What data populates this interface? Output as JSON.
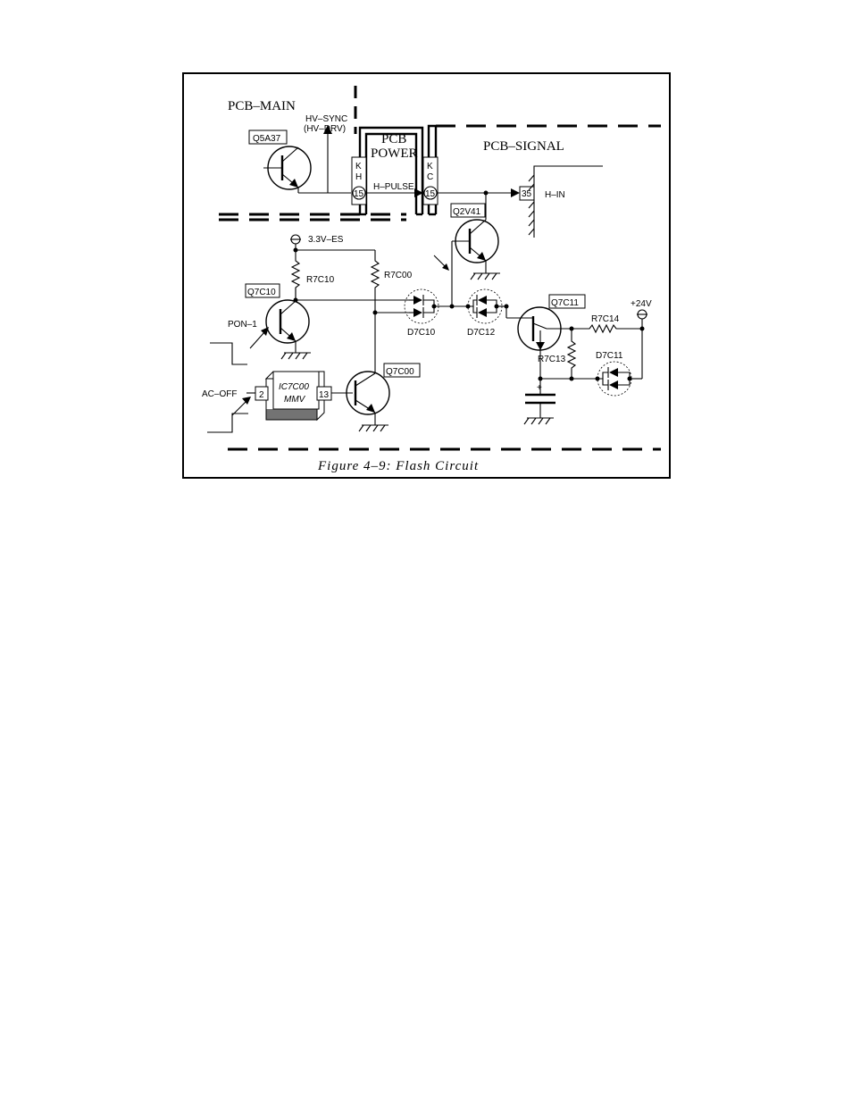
{
  "figure": {
    "caption": "Figure 4–9: Flash Circuit"
  },
  "regions": {
    "main": "PCB–MAIN",
    "power_line1": "PCB",
    "power_line2": "POWER",
    "signal": "PCB–SIGNAL"
  },
  "signals": {
    "hv_sync": "HV–SYNC",
    "hv_drv": "(HV–DRV)",
    "h_pulse": "H–PULSE",
    "h_in": "H–IN",
    "v33": "3.3V–ES",
    "v24": "+24V",
    "pon": "PON–1",
    "ac_off": "AC–OFF"
  },
  "connectors": {
    "kh_k": "K",
    "kh_h": "H",
    "kh_pin": "15",
    "kc_k": "K",
    "kc_c": "C",
    "kc_pin": "15",
    "h_in_pin": "35"
  },
  "components": {
    "q5a37": "Q5A37",
    "q2v41": "Q2V41",
    "q7c10": "Q7C10",
    "q7c00": "Q7C00",
    "q7c11": "Q7C11",
    "r7c10": "R7C10",
    "r7c00": "R7C00",
    "r7c13": "R7C13",
    "r7c14": "R7C14",
    "d7c10": "D7C10",
    "d7c12": "D7C12",
    "d7c11": "D7C11",
    "ic_line1": "IC7C00",
    "ic_line2": "MMV",
    "ic_pin_in": "2",
    "ic_pin_out": "13",
    "cap_plus": "+"
  }
}
